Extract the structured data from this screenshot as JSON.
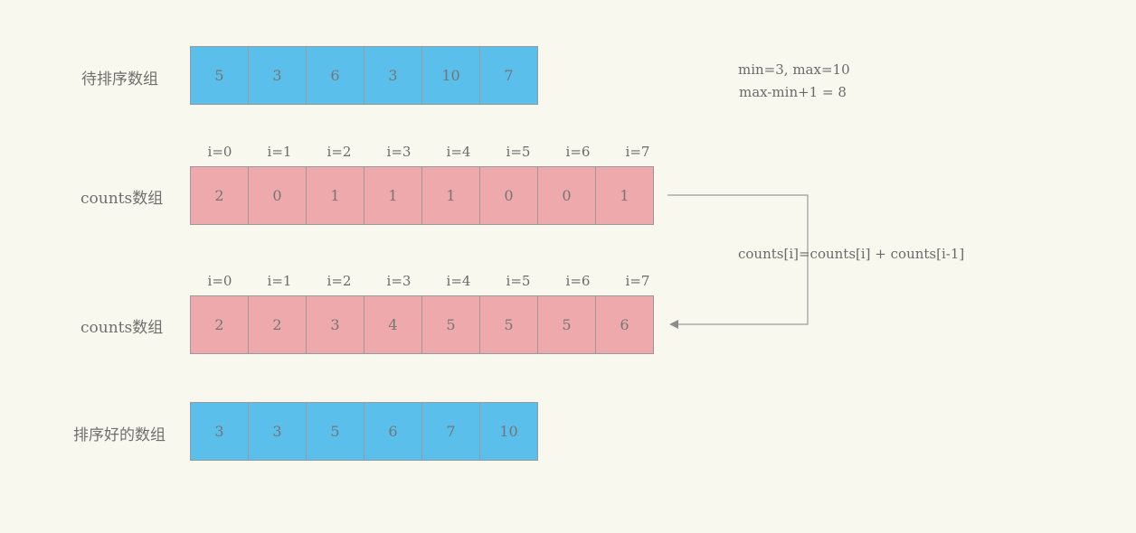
{
  "rows": {
    "input": {
      "label": "待排序数组",
      "values": [
        "5",
        "3",
        "6",
        "3",
        "10",
        "7"
      ]
    },
    "counts": {
      "label": "counts数组",
      "indices": [
        "i=0",
        "i=1",
        "i=2",
        "i=3",
        "i=4",
        "i=5",
        "i=6",
        "i=7"
      ],
      "values": [
        "2",
        "0",
        "1",
        "1",
        "1",
        "0",
        "0",
        "1"
      ]
    },
    "counts_cumulative": {
      "label": "counts数组",
      "indices": [
        "i=0",
        "i=1",
        "i=2",
        "i=3",
        "i=4",
        "i=5",
        "i=6",
        "i=7"
      ],
      "values": [
        "2",
        "2",
        "3",
        "4",
        "5",
        "5",
        "5",
        "6"
      ]
    },
    "sorted": {
      "label": "排序好的数组",
      "values": [
        "3",
        "3",
        "5",
        "6",
        "7",
        "10"
      ]
    }
  },
  "notes": {
    "min_max": "min=3, max=10",
    "range": "max-min+1 = 8",
    "formula": "counts[i]=counts[i] + counts[i-1]"
  },
  "colors": {
    "background": "#f8f8ee",
    "blue_cell": "#5bbfeb",
    "pink_cell": "#eea9ad",
    "border": "#9a9a9a"
  }
}
